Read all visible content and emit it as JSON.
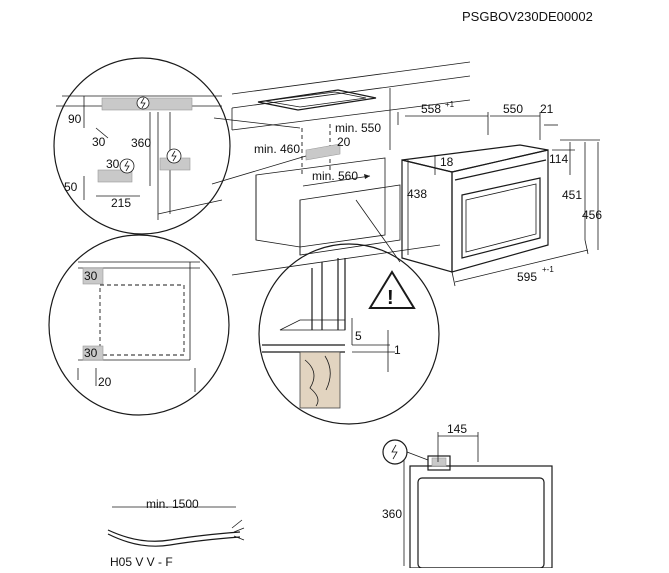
{
  "document_code": "PSGBOV230DE00002",
  "main_view": {
    "depth_label": "558",
    "depth_tolerance": "+1",
    "depth2": "550",
    "lip": "21",
    "top_gap": "18",
    "front_height": "438",
    "cut_114": "114",
    "cut_451": "451",
    "total_height": "456",
    "width_label": "595",
    "width_tolerance": "+-1",
    "min_depth": "min. 550",
    "min_width": "min. 460",
    "min_20": "20",
    "min_560": "min. 560"
  },
  "detail_top_left": {
    "d90": "90",
    "d30a": "30",
    "d360": "360",
    "d30b": "30",
    "d50": "50",
    "d215": "215"
  },
  "detail_side": {
    "top30": "30",
    "bottom30": "30",
    "d20": "20"
  },
  "detail_warning": {
    "d5": "5",
    "d1": "1"
  },
  "detail_back": {
    "d145": "145",
    "d360": "360"
  },
  "cable": {
    "length": "min. 1500",
    "type": "H05 V V - F"
  }
}
